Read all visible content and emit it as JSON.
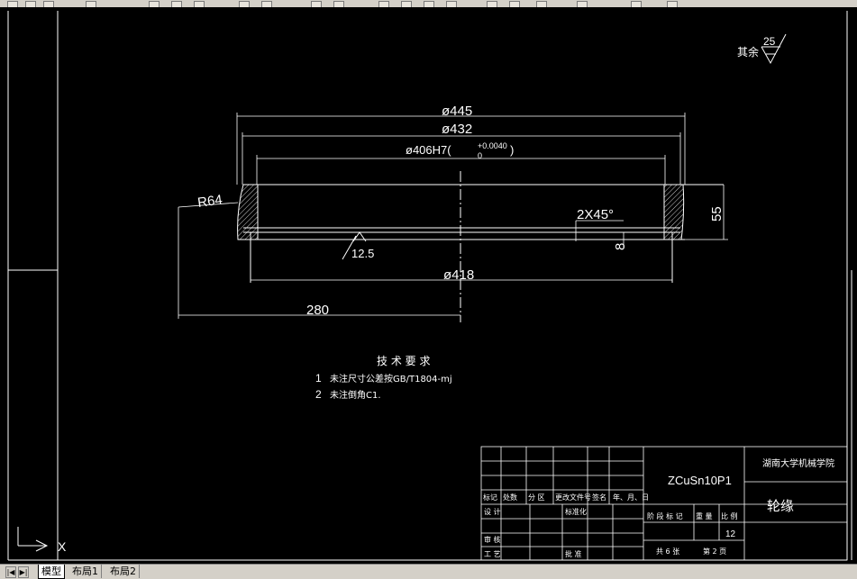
{
  "drawing": {
    "dimensions": {
      "d445": "ø445",
      "d432": "ø432",
      "d406": "ø406H7(",
      "d406_upper": "+0.0040",
      "d406_lower": "0",
      "d406_close": ")",
      "r64": "R64",
      "chamfer": "2X45°",
      "h8": "8",
      "h55": "55",
      "rough12": "12.5",
      "d418": "ø418",
      "l280": "280"
    },
    "roughness_other": {
      "label": "其余",
      "value": "25"
    },
    "tech_req": {
      "title": "技 术 要 求",
      "items": [
        {
          "num": "1",
          "text": "未注尺寸公差按GB/T1804-mj"
        },
        {
          "num": "2",
          "text": "未注倒角C1."
        }
      ]
    }
  },
  "title_block": {
    "material": "ZCuSn10P1",
    "school": "湖南大学机械学院",
    "part_name": "轮缘",
    "scale_value": "12",
    "headers": [
      "标记",
      "处数",
      "分 区",
      "更改文件号",
      "签名",
      "年、月、日"
    ],
    "rows": [
      "设 计",
      "标准化",
      "审 核",
      "工 艺",
      "批 准"
    ],
    "stage_headers": [
      "阶 段 标 记",
      "重 量",
      "比 例"
    ],
    "sheets": "共 6 张",
    "sheet_no": "第 2 页"
  },
  "ucs": {
    "x": "X"
  },
  "tabs": [
    {
      "label": "模型",
      "active": true
    },
    {
      "label": "布局1",
      "active": false
    },
    {
      "label": "布局2",
      "active": false
    }
  ],
  "nav_buttons": [
    "|◀",
    "▶|"
  ]
}
